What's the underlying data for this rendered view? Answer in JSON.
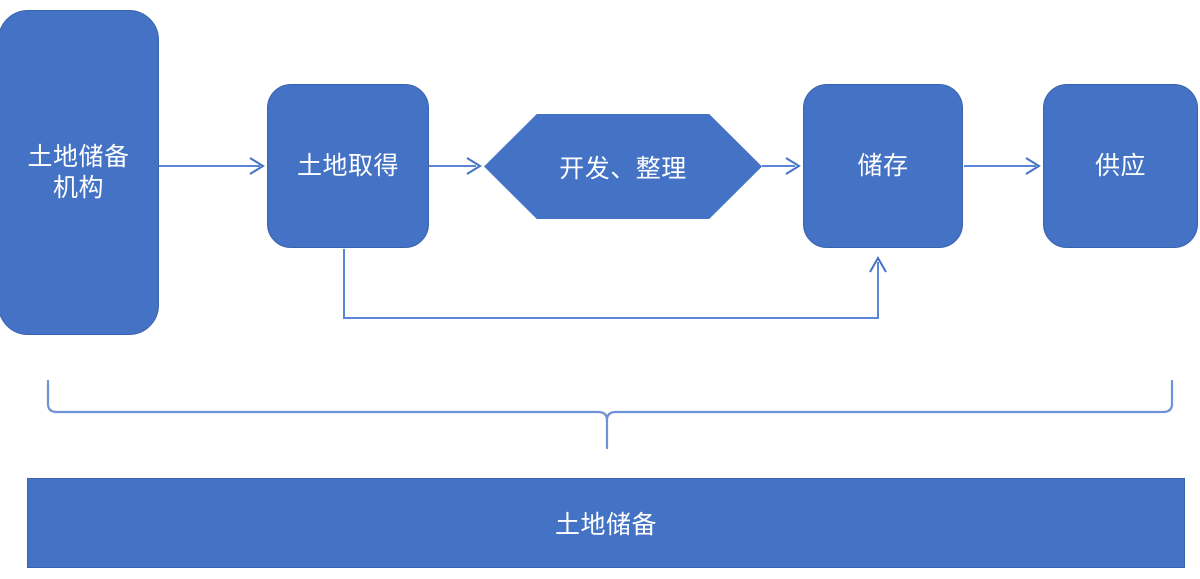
{
  "diagram": {
    "title_bar": {
      "label": "土地储备"
    },
    "nodes": [
      {
        "id": "agency",
        "label": "土地储备\n机构",
        "shape": "rounded-rect"
      },
      {
        "id": "acquire",
        "label": "土地取得",
        "shape": "rounded-rect"
      },
      {
        "id": "develop",
        "label": "开发、整理",
        "shape": "hexagon"
      },
      {
        "id": "store",
        "label": "储存",
        "shape": "rounded-rect"
      },
      {
        "id": "supply",
        "label": "供应",
        "shape": "rounded-rect"
      }
    ],
    "connectors": [
      {
        "id": "agency-to-acquire",
        "from": "agency",
        "to": "acquire",
        "kind": "arrow"
      },
      {
        "id": "acquire-to-develop",
        "from": "acquire",
        "to": "develop",
        "kind": "arrow"
      },
      {
        "id": "develop-to-store",
        "from": "develop",
        "to": "store",
        "kind": "arrow"
      },
      {
        "id": "store-to-supply",
        "from": "store",
        "to": "supply",
        "kind": "arrow"
      },
      {
        "id": "acquire-to-store-feedback",
        "from": "acquire",
        "to": "store",
        "kind": "elbow-arrow"
      }
    ],
    "brace": {
      "id": "scope-brace",
      "orientation": "down",
      "covers": [
        "agency",
        "acquire",
        "develop",
        "store",
        "supply"
      ],
      "points_to": "土地储备"
    },
    "colors": {
      "node_fill": "#4472C4",
      "node_border": "#3A63AE",
      "node_text": "#FFFFFF",
      "connector": "#5B85D6",
      "brace": "#6E92D8",
      "background": "#FFFFFF"
    }
  }
}
